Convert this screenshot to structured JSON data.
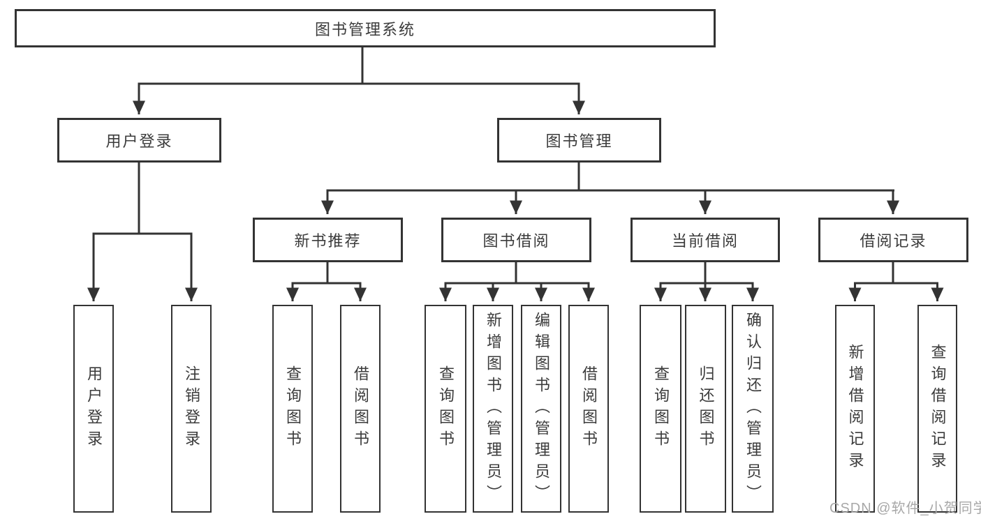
{
  "diagram": {
    "title": "图书管理系统",
    "watermark": "CSDN @软件_小贺同学",
    "colors": {
      "line": "#333333",
      "text": "#3b3b3b",
      "background": "#ffffff",
      "watermark": "#a8a8a8"
    },
    "level2": [
      {
        "label": "用户登录"
      },
      {
        "label": "图书管理"
      }
    ],
    "level3": [
      {
        "label": "新书推荐"
      },
      {
        "label": "图书借阅"
      },
      {
        "label": "当前借阅"
      },
      {
        "label": "借阅记录"
      }
    ],
    "leaves": {
      "user_login": [
        {
          "label": "用户登录"
        },
        {
          "label": "注销登录"
        }
      ],
      "new_book_recommend": [
        {
          "label": "查询图书"
        },
        {
          "label": "借阅图书"
        }
      ],
      "book_borrow": [
        {
          "label": "查询图书"
        },
        {
          "label": "新增图书（管理员）"
        },
        {
          "label": "编辑图书（管理员）"
        },
        {
          "label": "借阅图书"
        }
      ],
      "current_borrow": [
        {
          "label": "查询图书"
        },
        {
          "label": "归还图书"
        },
        {
          "label": "确认归还（管理员）"
        }
      ],
      "borrow_records": [
        {
          "label": "新增借阅记录"
        },
        {
          "label": "查询借阅记录"
        }
      ]
    }
  }
}
